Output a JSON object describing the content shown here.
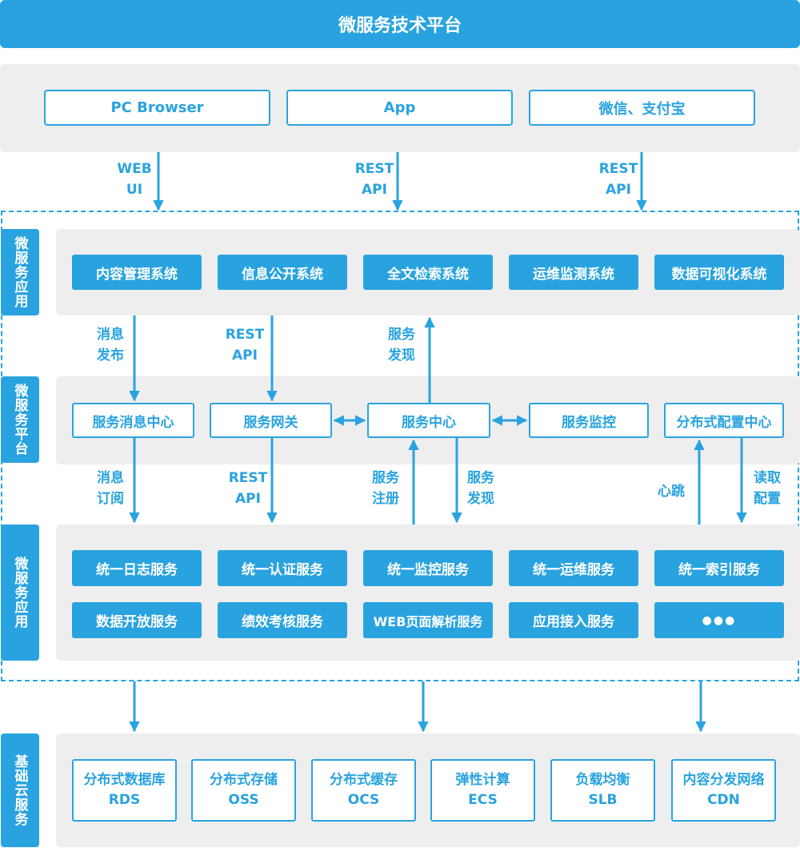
{
  "title": "微服务技术平台",
  "clients": [
    "PC Browser",
    "App",
    "微信、支付宝"
  ],
  "client_links": [
    {
      "line1": "WEB",
      "line2": "UI"
    },
    {
      "line1": "REST",
      "line2": "API"
    },
    {
      "line1": "REST",
      "line2": "API"
    }
  ],
  "side_labels": [
    "微服务应用",
    "微服务平台",
    "微服务应用",
    "基础云服务"
  ],
  "apps": [
    "内容管理系统",
    "信息公开系统",
    "全文检索系统",
    "运维监测系统",
    "数据可视化系统"
  ],
  "app_links": [
    {
      "line1": "消息",
      "line2": "发布"
    },
    {
      "line1": "REST",
      "line2": "API"
    },
    {
      "line1": "服务",
      "line2": "发现"
    }
  ],
  "platform": [
    "服务消息中心",
    "服务网关",
    "服务中心",
    "服务监控",
    "分布式配置中心"
  ],
  "platform_links": [
    {
      "line1": "消息",
      "line2": "订阅"
    },
    {
      "line1": "REST",
      "line2": "API"
    },
    {
      "line1": "服务",
      "line2": "注册"
    },
    {
      "line1": "服务",
      "line2": "发现"
    },
    {
      "line1": "心跳",
      "line2": ""
    },
    {
      "line1": "读取",
      "line2": "配置"
    }
  ],
  "services_row1": [
    "统一日志服务",
    "统一认证服务",
    "统一监控服务",
    "统一运维服务",
    "统一索引服务"
  ],
  "services_row2": [
    "数据开放服务",
    "绩效考核服务",
    "WEB页面解析服务",
    "应用接入服务",
    "●●●"
  ],
  "cloud": [
    {
      "name": "分布式数据库",
      "code": "RDS"
    },
    {
      "name": "分布式存储",
      "code": "OSS"
    },
    {
      "name": "分布式缓存",
      "code": "OCS"
    },
    {
      "name": "弹性计算",
      "code": "ECS"
    },
    {
      "name": "负载均衡",
      "code": "SLB"
    },
    {
      "name": "内容分发网络",
      "code": "CDN"
    }
  ],
  "colors": {
    "accent": "#29a3df",
    "panel": "#eeeeee"
  }
}
